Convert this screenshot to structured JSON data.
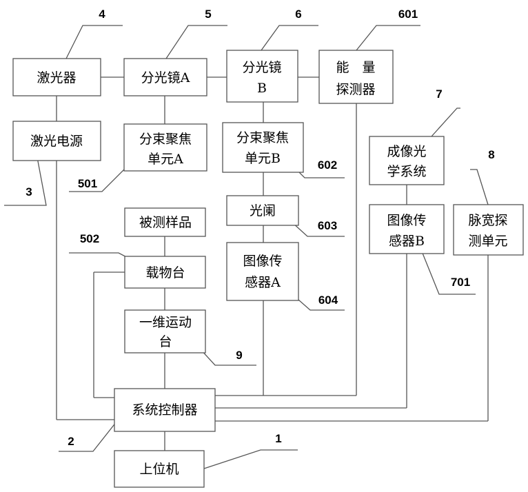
{
  "blocks": {
    "laser": "激光器",
    "laser_power": "激光电源",
    "splitter_a": "分光镜A",
    "splitter_b_l1": "分光镜",
    "splitter_b_l2": "B",
    "energy_l1": "能　量",
    "energy_l2": "探测器",
    "focus_a_l1": "分束聚焦",
    "focus_a_l2": "单元A",
    "focus_b_l1": "分束聚焦",
    "focus_b_l2": "单元B",
    "imaging_l1": "成像光",
    "imaging_l2": "学系统",
    "aperture": "光阑",
    "sample": "被测样品",
    "stage_carrier": "载物台",
    "sensor_a_l1": "图像传",
    "sensor_a_l2": "感器A",
    "sensor_b_l1": "图像传",
    "sensor_b_l2": "感器B",
    "pulse_l1": "脉宽探",
    "pulse_l2": "测单元",
    "motion_l1": "一维运动",
    "motion_l2": "台",
    "controller": "系统控制器",
    "host": "上位机"
  },
  "callouts": {
    "n4": "4",
    "n5": "5",
    "n6": "6",
    "n601": "601",
    "n7": "7",
    "n8": "8",
    "n3": "3",
    "n501": "501",
    "n602": "602",
    "n603": "603",
    "n502": "502",
    "n604": "604",
    "n701": "701",
    "n9": "9",
    "n2": "2",
    "n1": "1"
  }
}
